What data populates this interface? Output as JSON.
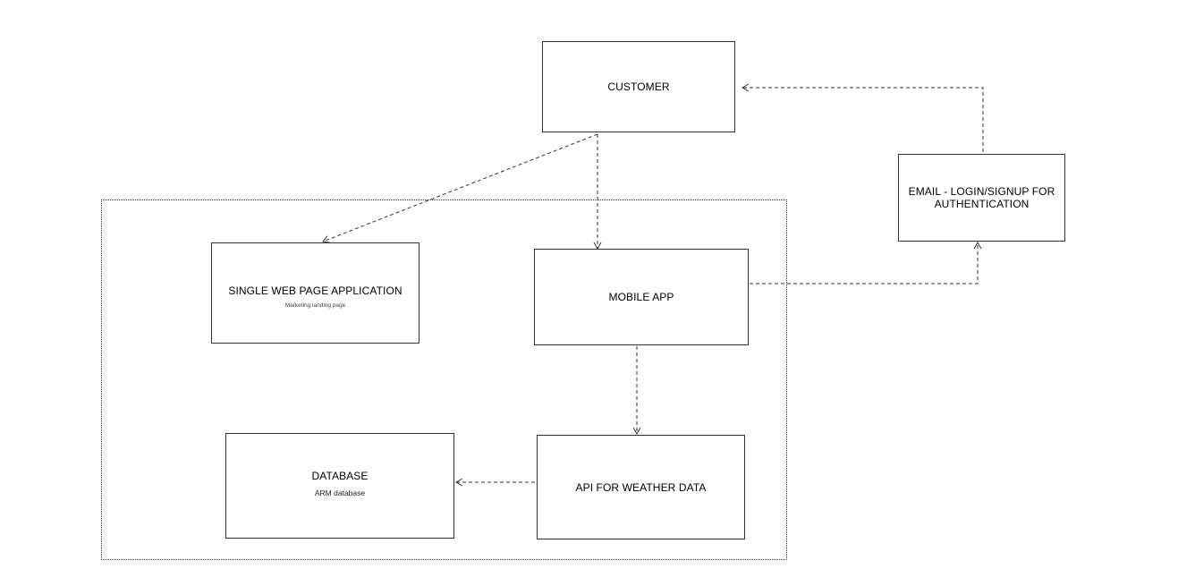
{
  "diagram": {
    "nodes": {
      "customer": {
        "title": "CUSTOMER"
      },
      "email": {
        "title": "EMAIL - LOGIN/SIGNUP FOR AUTHENTICATION"
      },
      "spa": {
        "title": "SINGLE WEB PAGE APPLICATION",
        "subtitle": "Marketing landing page"
      },
      "mobile": {
        "title": "MOBILE APP"
      },
      "database": {
        "title": "DATABASE",
        "subtitle": "ARM database"
      },
      "api": {
        "title": "API FOR WEATHER DATA"
      }
    },
    "edges": [
      {
        "from": "customer",
        "to": "spa",
        "style": "dashed"
      },
      {
        "from": "customer",
        "to": "mobile",
        "style": "dashed"
      },
      {
        "from": "mobile",
        "to": "api",
        "style": "dashed"
      },
      {
        "from": "api",
        "to": "database",
        "style": "dashed"
      },
      {
        "from": "mobile",
        "to": "email",
        "style": "dashed"
      },
      {
        "from": "email",
        "to": "customer",
        "style": "dashed"
      }
    ],
    "colors": {
      "stroke": "#333333",
      "background": "#ffffff"
    }
  }
}
